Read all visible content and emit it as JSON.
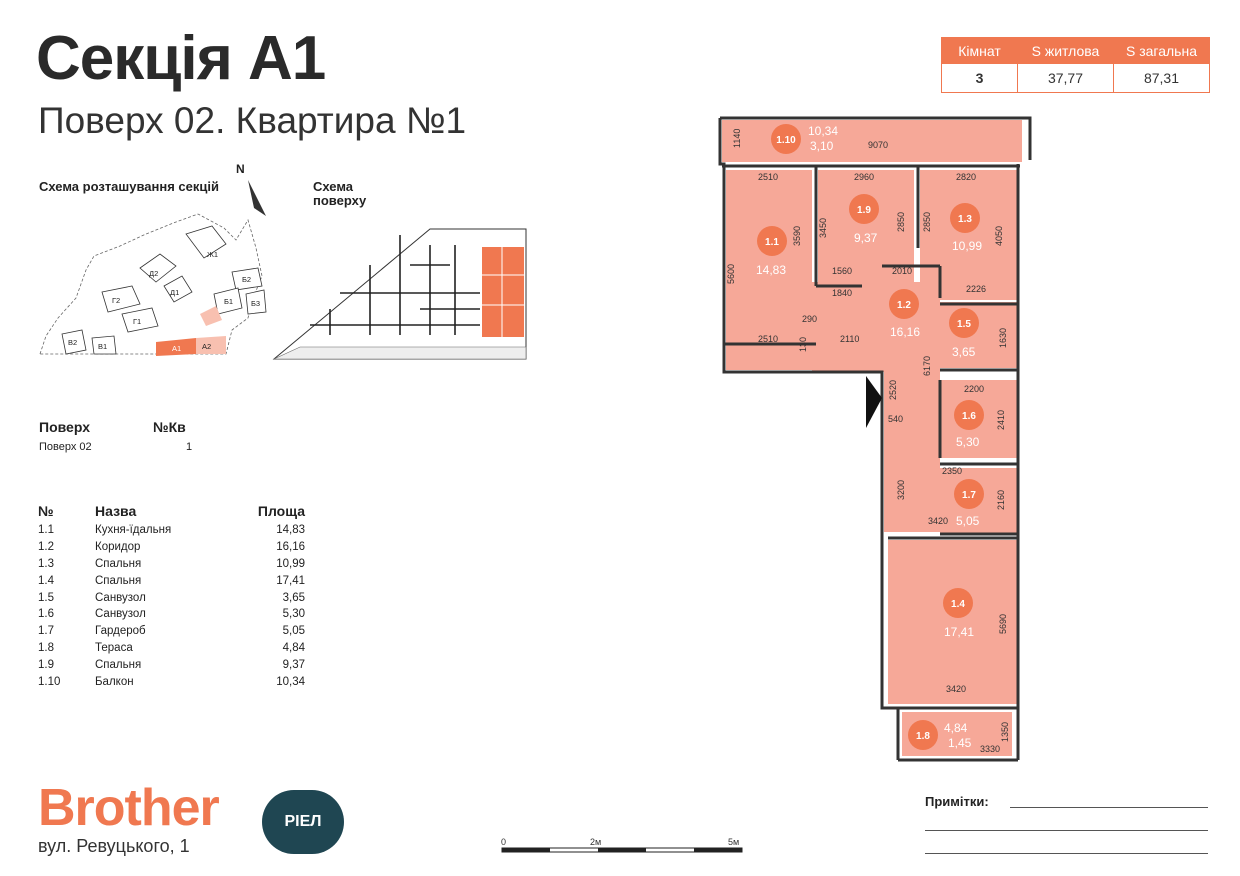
{
  "header": {
    "title": "Секція А1",
    "subtitle": "Поверх 02. Квартира №1"
  },
  "schemes": {
    "sections_label": "Схема розташування секцій",
    "floor_label": "Схема поверху",
    "north": "N",
    "section_labels": [
      "Ж1",
      "Д2",
      "Д1",
      "Г2",
      "Г1",
      "Б2",
      "Б1",
      "Б3",
      "В2",
      "В1",
      "А1",
      "А2"
    ]
  },
  "spec": {
    "headers": [
      "Кімнат",
      "S житлова",
      "S загальна"
    ],
    "values": [
      "3",
      "37,77",
      "87,31"
    ]
  },
  "floor_info": {
    "floor_header": "Поверх",
    "apt_header": "№Кв",
    "floor_value": "Поверх 02",
    "apt_value": "1"
  },
  "rooms_table": {
    "headers": [
      "№",
      "Назва",
      "Площа"
    ],
    "rows": [
      [
        "1.1",
        "Кухня-їдальня",
        "14,83"
      ],
      [
        "1.2",
        "Коридор",
        "16,16"
      ],
      [
        "1.3",
        "Спальня",
        "10,99"
      ],
      [
        "1.4",
        "Спальня",
        "17,41"
      ],
      [
        "1.5",
        "Санвузол",
        "3,65"
      ],
      [
        "1.6",
        "Санвузол",
        "5,30"
      ],
      [
        "1.7",
        "Гардероб",
        "5,05"
      ],
      [
        "1.8",
        "Тераса",
        "4,84"
      ],
      [
        "1.9",
        "Спальня",
        "9,37"
      ],
      [
        "1.10",
        "Балкон",
        "10,34"
      ]
    ]
  },
  "plan": {
    "room_badges": [
      {
        "id": "1.10",
        "area": "10,34",
        "extra": "3,10"
      },
      {
        "id": "1.9",
        "area": "9,37"
      },
      {
        "id": "1.3",
        "area": "10,99"
      },
      {
        "id": "1.1",
        "area": "14,83"
      },
      {
        "id": "1.2",
        "area": "16,16"
      },
      {
        "id": "1.5",
        "area": "3,65"
      },
      {
        "id": "1.6",
        "area": "5,30"
      },
      {
        "id": "1.7",
        "area": "5,05"
      },
      {
        "id": "1.4",
        "area": "17,41"
      },
      {
        "id": "1.8",
        "area": "4,84",
        "extra": "1,45"
      }
    ],
    "dimensions": [
      "1140",
      "9070",
      "2510",
      "2960",
      "2820",
      "3590",
      "3450",
      "2850",
      "2850",
      "4050",
      "5600",
      "1560",
      "2010",
      "1840",
      "2226",
      "290",
      "2510",
      "130",
      "2110",
      "6170",
      "1630",
      "2520",
      "2200",
      "540",
      "2410",
      "2350",
      "3200",
      "2160",
      "3420",
      "5690",
      "3420",
      "1350",
      "3330"
    ]
  },
  "brand": {
    "name": "Brother",
    "badge": "РІЕЛ",
    "address": "вул. Ревуцького, 1"
  },
  "scale": {
    "labels": [
      "0",
      "2м",
      "5м"
    ]
  },
  "notes": {
    "label": "Примітки:"
  },
  "colors": {
    "accent": "#f07850",
    "room_fill": "#f6a898",
    "badge_dark": "#1f4652"
  }
}
